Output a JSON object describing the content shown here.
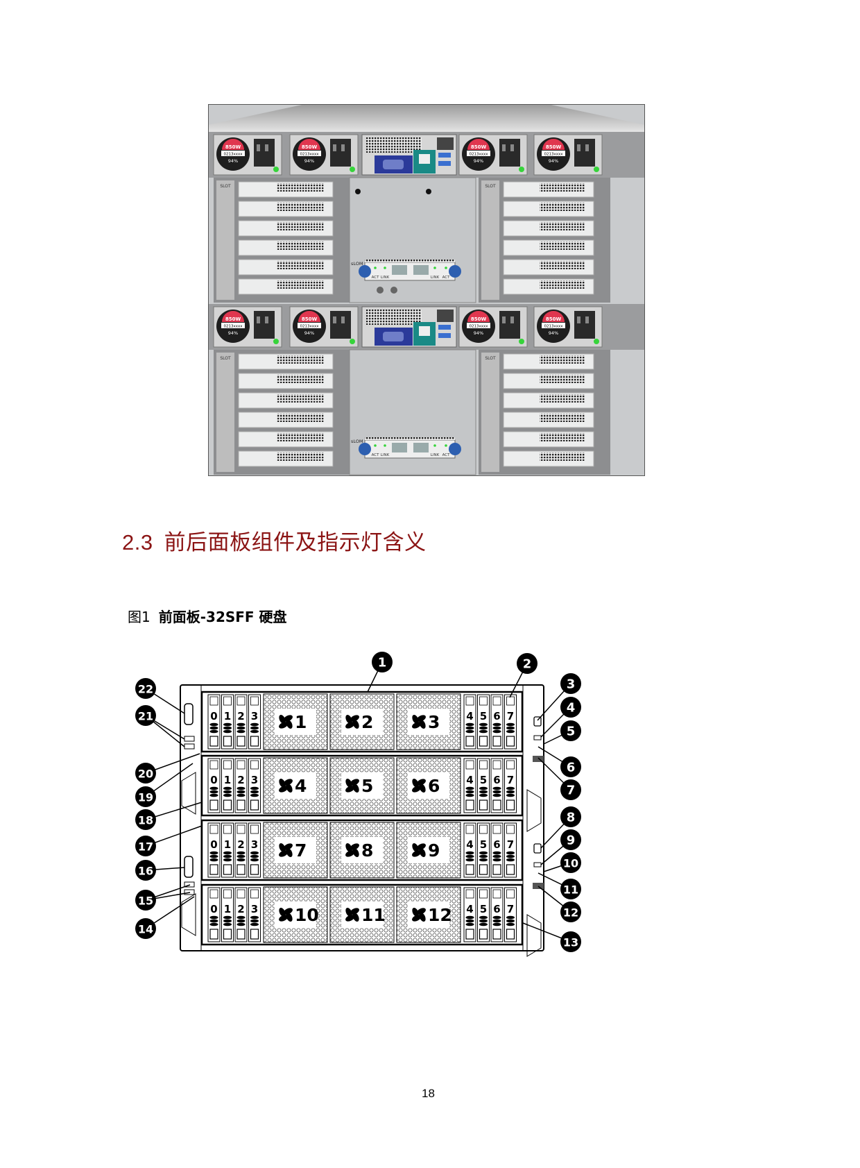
{
  "rear_figure": {
    "image_lettering": [
      "850W",
      "0213xxxx",
      "94%",
      "sLOM",
      "ACT",
      "LINK",
      "SLOT"
    ],
    "accent_colors": {
      "psu_label": "#e0364f",
      "vga_port": "#2b3a9a",
      "mgmt_port": "#1a8a86",
      "usb_port": "#3a6fd0",
      "led": "#36d43a",
      "thumbscrew": "#2d5fb0"
    }
  },
  "section": {
    "number": "2.3",
    "title": "前后面板组件及指示灯含义",
    "color": "#8b1414"
  },
  "figure": {
    "label": "图1",
    "title": "前面板-32SFF 硬盘",
    "cages": [
      {
        "left_drives": [
          "0",
          "1",
          "2",
          "3"
        ],
        "fans": [
          "1",
          "2",
          "3"
        ],
        "right_drives": [
          "4",
          "5",
          "6",
          "7"
        ]
      },
      {
        "left_drives": [
          "0",
          "1",
          "2",
          "3"
        ],
        "fans": [
          "4",
          "5",
          "6"
        ],
        "right_drives": [
          "4",
          "5",
          "6",
          "7"
        ]
      },
      {
        "left_drives": [
          "0",
          "1",
          "2",
          "3"
        ],
        "fans": [
          "7",
          "8",
          "9"
        ],
        "right_drives": [
          "4",
          "5",
          "6",
          "7"
        ]
      },
      {
        "left_drives": [
          "0",
          "1",
          "2",
          "3"
        ],
        "fans": [
          "10",
          "11",
          "12"
        ],
        "right_drives": [
          "4",
          "5",
          "6",
          "7"
        ]
      }
    ],
    "callouts": [
      "1",
      "2",
      "3",
      "4",
      "5",
      "6",
      "7",
      "8",
      "9",
      "10",
      "11",
      "12",
      "13",
      "14",
      "15",
      "16",
      "17",
      "18",
      "19",
      "20",
      "21",
      "22"
    ]
  },
  "page_number": "18"
}
